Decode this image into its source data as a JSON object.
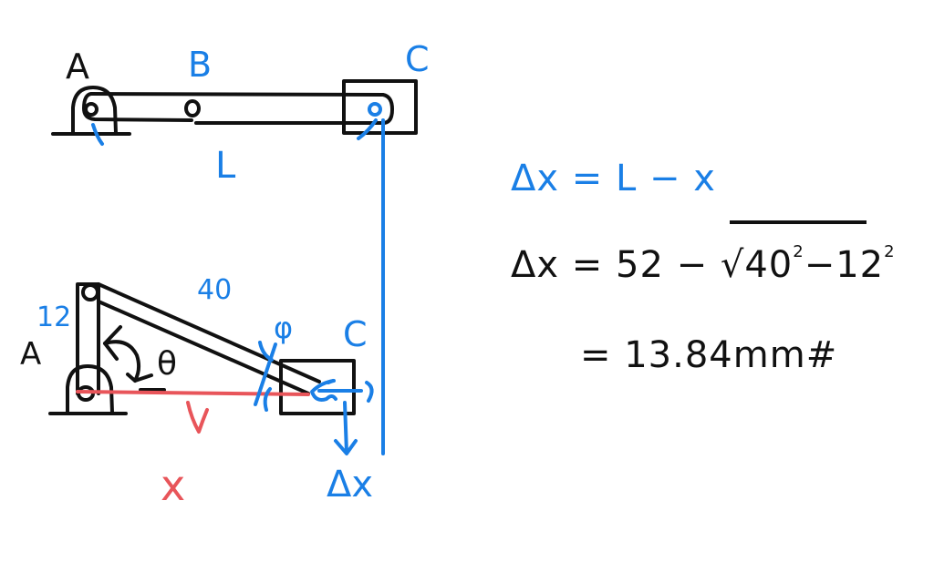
{
  "colors": {
    "background": "#ffffff",
    "ink_black": "#111111",
    "ink_blue": "#1a7fe6",
    "ink_red": "#e8555a"
  },
  "top_diagram": {
    "labels": {
      "pivot_a": "A",
      "joint_b": "B",
      "slider_c": "C",
      "length": "L"
    }
  },
  "bottom_diagram": {
    "labels": {
      "pivot_a": "A",
      "short_link": "12",
      "long_link": "40",
      "angle_theta": "θ",
      "angle_phi": "φ",
      "slider_c": "C",
      "distance_x": "x",
      "delta_x": "Δx"
    }
  },
  "equations": {
    "line1": {
      "lhs": "Δx",
      "eq": "=",
      "rhs": "L − x"
    },
    "line2": {
      "lhs": "Δx",
      "eq": "=",
      "a": "52",
      "minus": "−",
      "sqrt_a": "40",
      "sqrt_a_exp": "2",
      "sqrt_minus": "−",
      "sqrt_b": "12",
      "sqrt_b_exp": "2"
    },
    "line3": {
      "eq": "=",
      "value": "13.84",
      "unit": "mm",
      "end_mark": "#"
    }
  }
}
